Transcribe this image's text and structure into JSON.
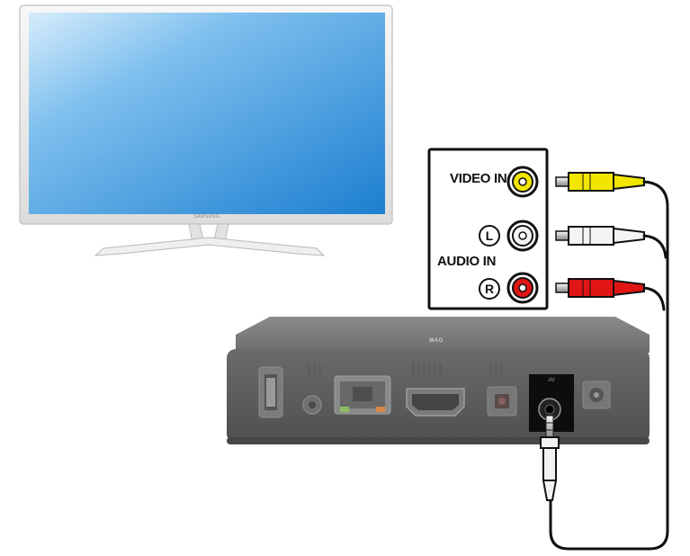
{
  "panel": {
    "video_in_label": "VIDEO IN",
    "audio_in_label": "AUDIO IN",
    "left_channel": "L",
    "right_channel": "R"
  },
  "tv": {
    "brand": "SAMSUNG"
  },
  "media_box": {
    "brand": "MAG",
    "av_port_label": "AV"
  },
  "colors": {
    "video": "#f2e600",
    "audio_left": "#f2f2f2",
    "audio_right": "#e01515",
    "cable": "#111111",
    "screen": "#2f8fd8",
    "box": "#5a5a5a"
  }
}
